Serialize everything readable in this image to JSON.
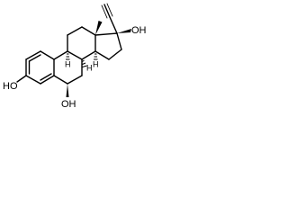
{
  "labels": {
    "hydroxyl_17": "OH",
    "hydroxyl_3": "HO",
    "hydroxyl_6": "OH",
    "h_8": "H",
    "h_9": "H",
    "h_14": "H"
  }
}
